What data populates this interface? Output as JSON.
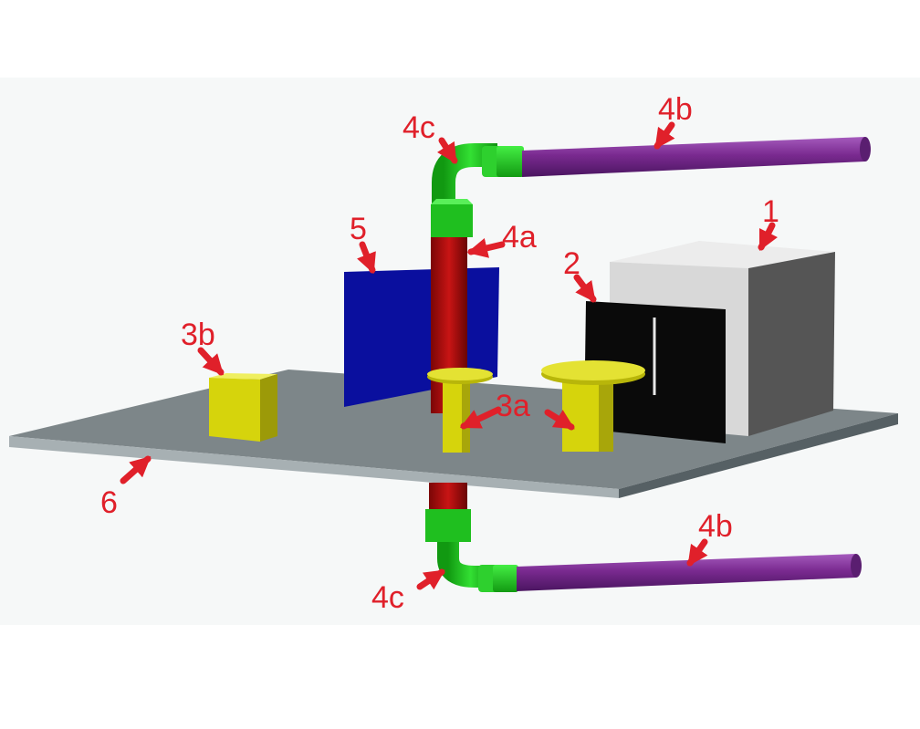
{
  "colors": {
    "viewport_bg": "#f6f8f8",
    "label_red": "#e0202a",
    "base_plate": "#7d8689",
    "box_gray": "#d4d4d4",
    "screen_black": "#0a0a0a",
    "panel_blue": "#0a0f9e",
    "pipe_red": "#b81010",
    "fitting_green": "#22cc22",
    "pipe_purple": "#7a2a90",
    "part_yellow": "#d6d40c"
  },
  "labels": {
    "l1": "1",
    "l2": "2",
    "l3a": "3a",
    "l3b": "3b",
    "l4a": "4a",
    "l4b_top": "4b",
    "l4b_bottom": "4b",
    "l4c_top": "4c",
    "l4c_bottom": "4c",
    "l5": "5",
    "l6": "6"
  }
}
